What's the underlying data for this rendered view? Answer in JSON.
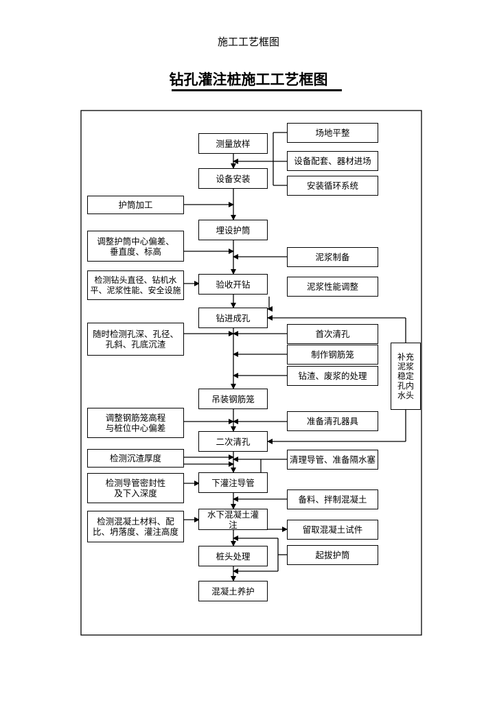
{
  "page_header": "施工工艺框图",
  "title": "钻孔灌注桩施工工艺框图",
  "main_steps": {
    "survey": "测量放样",
    "equip_install": "设备安装",
    "bury_casing": "埋设护筒",
    "inspect_start": "验收开钻",
    "drilling": "钻进成孔",
    "hoist_cage": "吊装钢筋笼",
    "second_clean": "二次清孔",
    "lower_pipe": "下灌注导管",
    "underwater_concrete": "水下混凝土灌\n注",
    "pile_head": "桩头处理",
    "curing": "混凝土养护"
  },
  "right_items": {
    "site_level": "场地平整",
    "equip_materials": "设备配套、器材进场",
    "circulation": "安装循环系统",
    "slurry_prep": "泥浆制备",
    "slurry_adjust": "泥浆性能调整",
    "first_clean": "首次清孔",
    "make_cage": "制作钢筋笼",
    "waste_handling": "钻渣、废浆的处理",
    "clean_tools": "准备清孔器具",
    "pipe_plug": "清理导管、准备隔水塞",
    "mix_concrete": "备料、拌制混凝土",
    "concrete_samples": "留取混凝土试件",
    "pull_casing": "起拔护筒",
    "replenish": "补充\n泥浆\n稳定\n孔内\n水头"
  },
  "left_items": {
    "casing_fab": "护筒加工",
    "adjust_casing": "调整护筒中心偏差、\n垂直度、标高",
    "check_bit": "检测钻头直径、钻机水\n平、泥浆性能、安全设施",
    "check_hole": "随时检测孔深、孔径、\n孔斜、孔底沉渣",
    "adjust_cage": "调整钢筋笼高程\n与桩位中心偏差",
    "check_sediment": "检测沉渣厚度",
    "check_pipe": "检测导管密封性\n及下入深度",
    "check_concrete": "检测混凝土材料、配\n比、坍落度、灌注高度"
  }
}
